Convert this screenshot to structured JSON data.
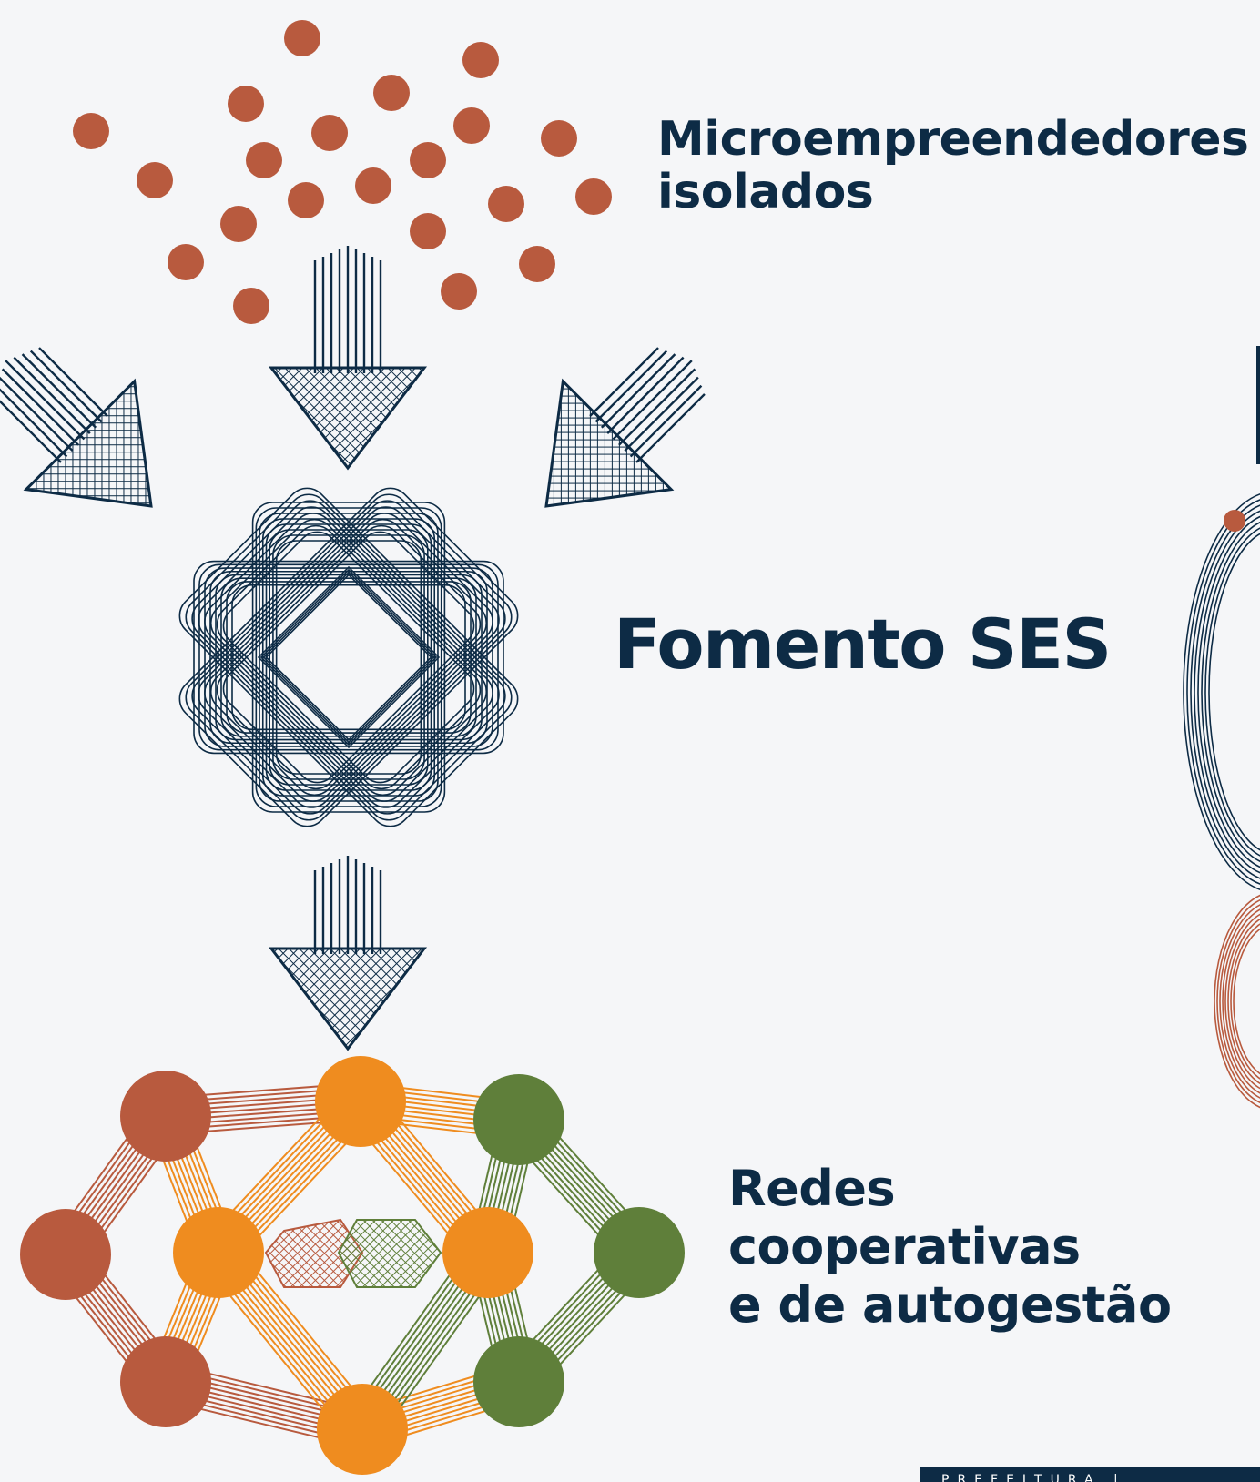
{
  "labels": {
    "isolated": [
      "Microempreendedores",
      "isolados"
    ],
    "fomento": "Fomento SES",
    "networks": [
      "Redes",
      "cooperativas",
      "e de autogestão"
    ]
  },
  "footer": {
    "brand": "PREFEITURA |"
  },
  "colors": {
    "navy": "#0d2b45",
    "rust": "#b85a3e",
    "orange": "#ef8c1f",
    "green": "#5f7f3a",
    "background": "#f5f6f8"
  }
}
